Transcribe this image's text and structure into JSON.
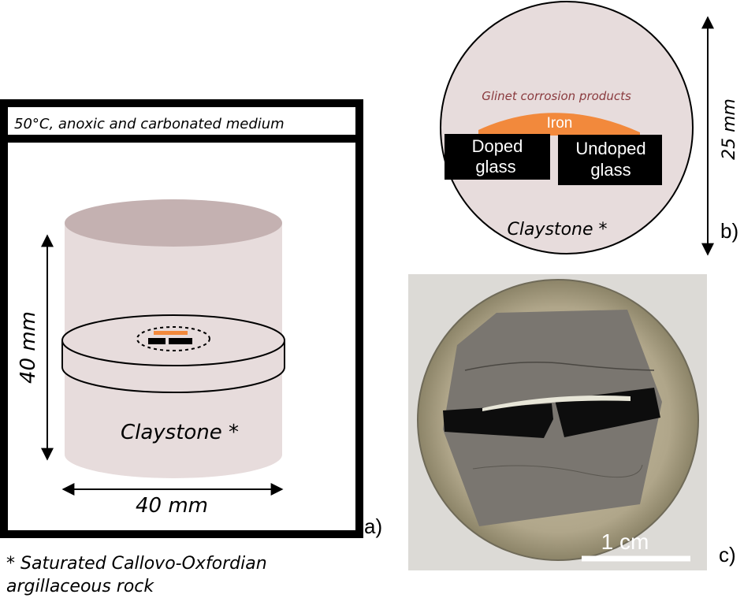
{
  "panel_a": {
    "header": "50°C, anoxic and carbonated medium",
    "height_label": "40 mm",
    "width_label": "40 mm",
    "rock_label": "Claystone *",
    "panel_letter": "a)",
    "footnote_line1": "* Saturated Callovo-Oxfordian",
    "footnote_line2": "argillaceous rock"
  },
  "panel_b": {
    "corrosion_label": "Glinet corrosion products",
    "iron_label": "Iron",
    "doped_line1": "Doped",
    "doped_line2": "glass",
    "undoped_line1": "Undoped",
    "undoped_line2": "glass",
    "rock_label": "Claystone *",
    "dimension_label": "25 mm",
    "panel_letter": "b)"
  },
  "panel_c": {
    "scale_label": "1 cm",
    "panel_letter": "c)"
  },
  "colors": {
    "claystone": "#e7dcdc",
    "claystone_top": "#c4b1b1",
    "iron": "#f2893c",
    "corrosion_text": "#8a3a3e",
    "glass": "#000000",
    "resin": "#b9ae92",
    "sample": "#7a7670"
  }
}
